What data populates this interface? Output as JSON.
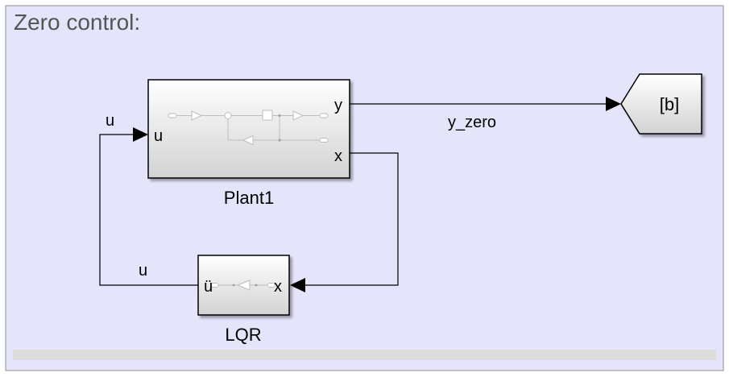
{
  "area": {
    "title": "Zero control:"
  },
  "blocks": {
    "plant": {
      "name": "Plant1",
      "inputs": [
        "u"
      ],
      "outputs": [
        "y",
        "x"
      ]
    },
    "controller": {
      "name": "LQR",
      "input": "x",
      "output": "u",
      "icon_glyph": "ü"
    },
    "goto": {
      "tag": "[b]"
    }
  },
  "signals": {
    "y_out": "y_zero",
    "u_feedback": "u",
    "u_input": "u"
  },
  "colors": {
    "area_background": "#e4e4fb",
    "area_border": "#8e8e8e",
    "block_top": "#ffffff",
    "block_bottom": "#d2d2d2",
    "scrollbar": "#dcdcdc",
    "wire": "#000000"
  }
}
